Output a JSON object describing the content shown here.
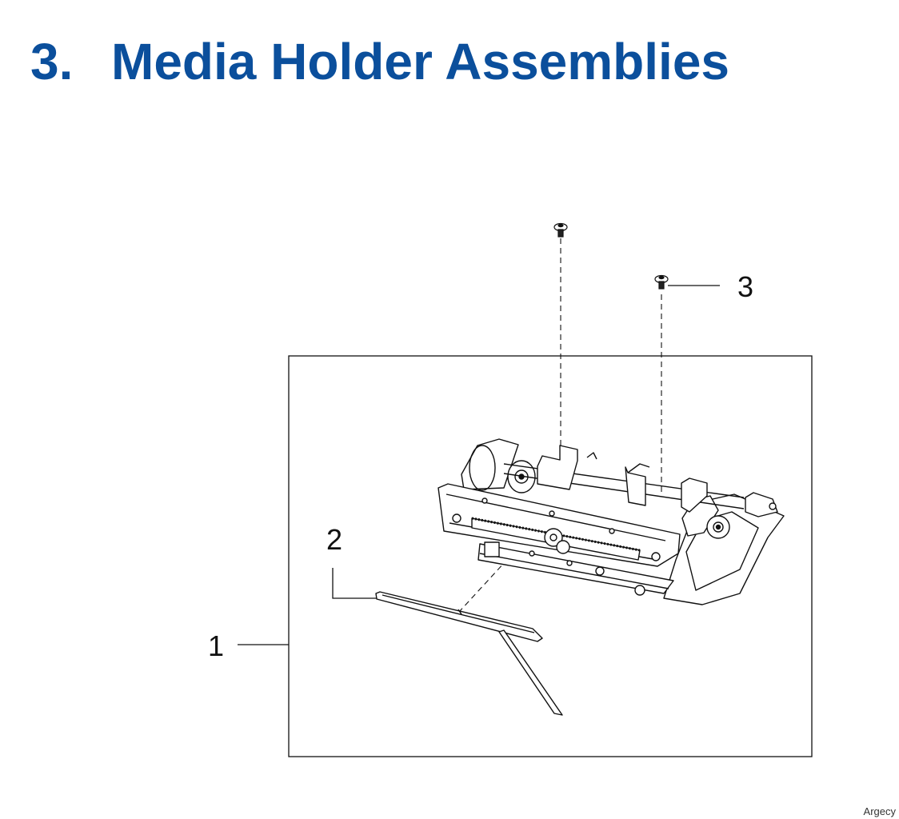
{
  "section": {
    "number": "3.",
    "title": "Media Holder Assemblies"
  },
  "diagram": {
    "callouts": [
      "1",
      "2",
      "3"
    ]
  },
  "footer": {
    "watermark": "Argecy"
  },
  "colors": {
    "title": "#0b4f9c",
    "line_art": "#111111"
  }
}
